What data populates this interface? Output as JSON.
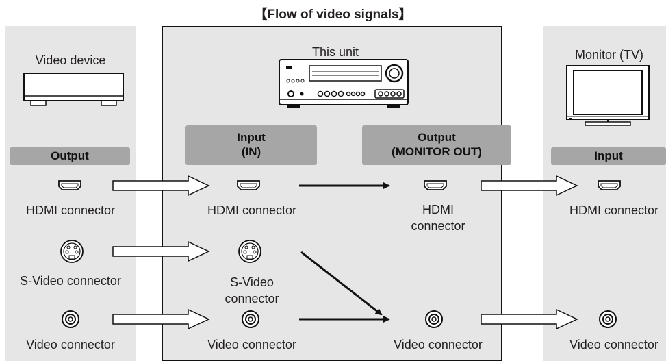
{
  "title": "【Flow of video signals】",
  "source": {
    "device_label": "Video device",
    "header": "Output",
    "connectors": [
      "HDMI connector",
      "S-Video connector",
      "Video connector"
    ]
  },
  "unit": {
    "label": "This unit",
    "input_header": "Input\n(IN)",
    "output_header": "Output\n(MONITOR OUT)",
    "input_connectors": [
      "HDMI connector",
      "S-Video\nconnector",
      "Video connector"
    ],
    "output_connectors": [
      "HDMI\nconnector",
      "Video connector"
    ]
  },
  "monitor": {
    "device_label": "Monitor (TV)",
    "header": "Input",
    "connectors": [
      "HDMI connector",
      "Video connector"
    ]
  },
  "colors": {
    "panel": "#e6e6e6",
    "header": "#a6a6a6",
    "ink": "#231f20"
  }
}
